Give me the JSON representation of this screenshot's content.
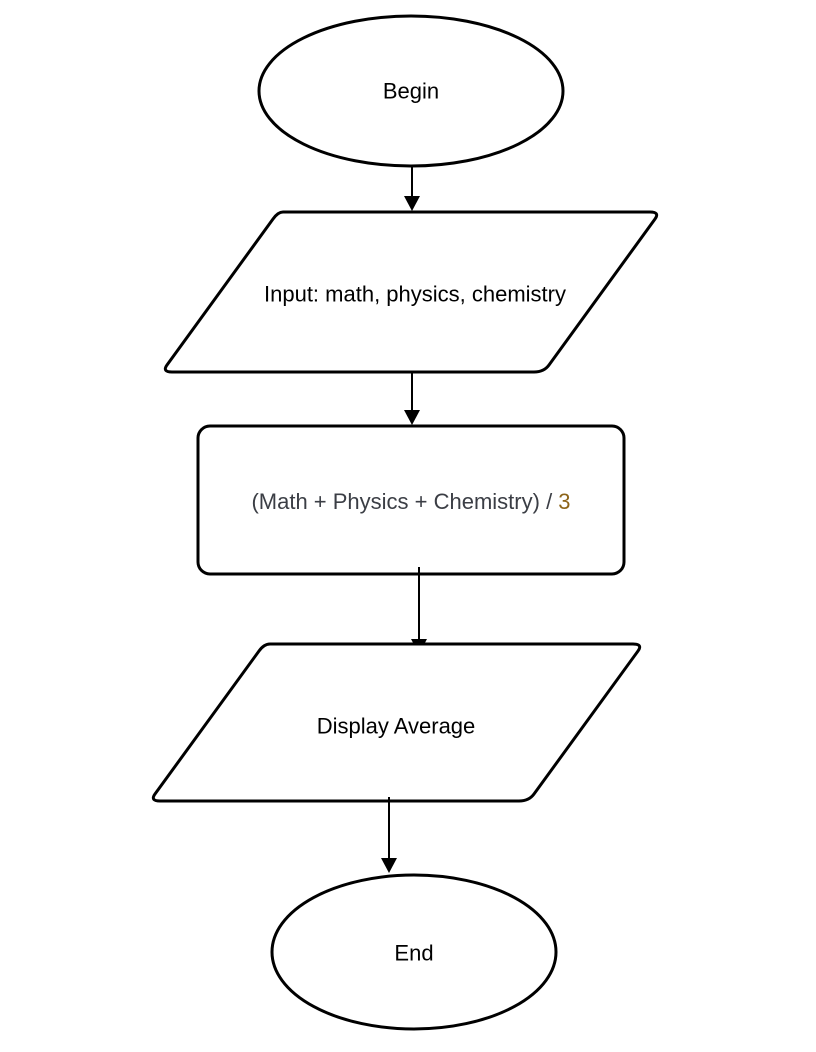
{
  "nodes": {
    "begin": {
      "label": "Begin"
    },
    "input": {
      "label": "Input: math, physics, chemistry"
    },
    "process": {
      "label_expr": "(Math + Physics + Chemistry) / ",
      "label_num": "3"
    },
    "display": {
      "label": "Display Average"
    },
    "end": {
      "label": "End"
    }
  },
  "colors": {
    "stroke": "#000000",
    "fill": "#ffffff",
    "expression_text": "#3b3e45",
    "number_text": "#8d6419"
  }
}
